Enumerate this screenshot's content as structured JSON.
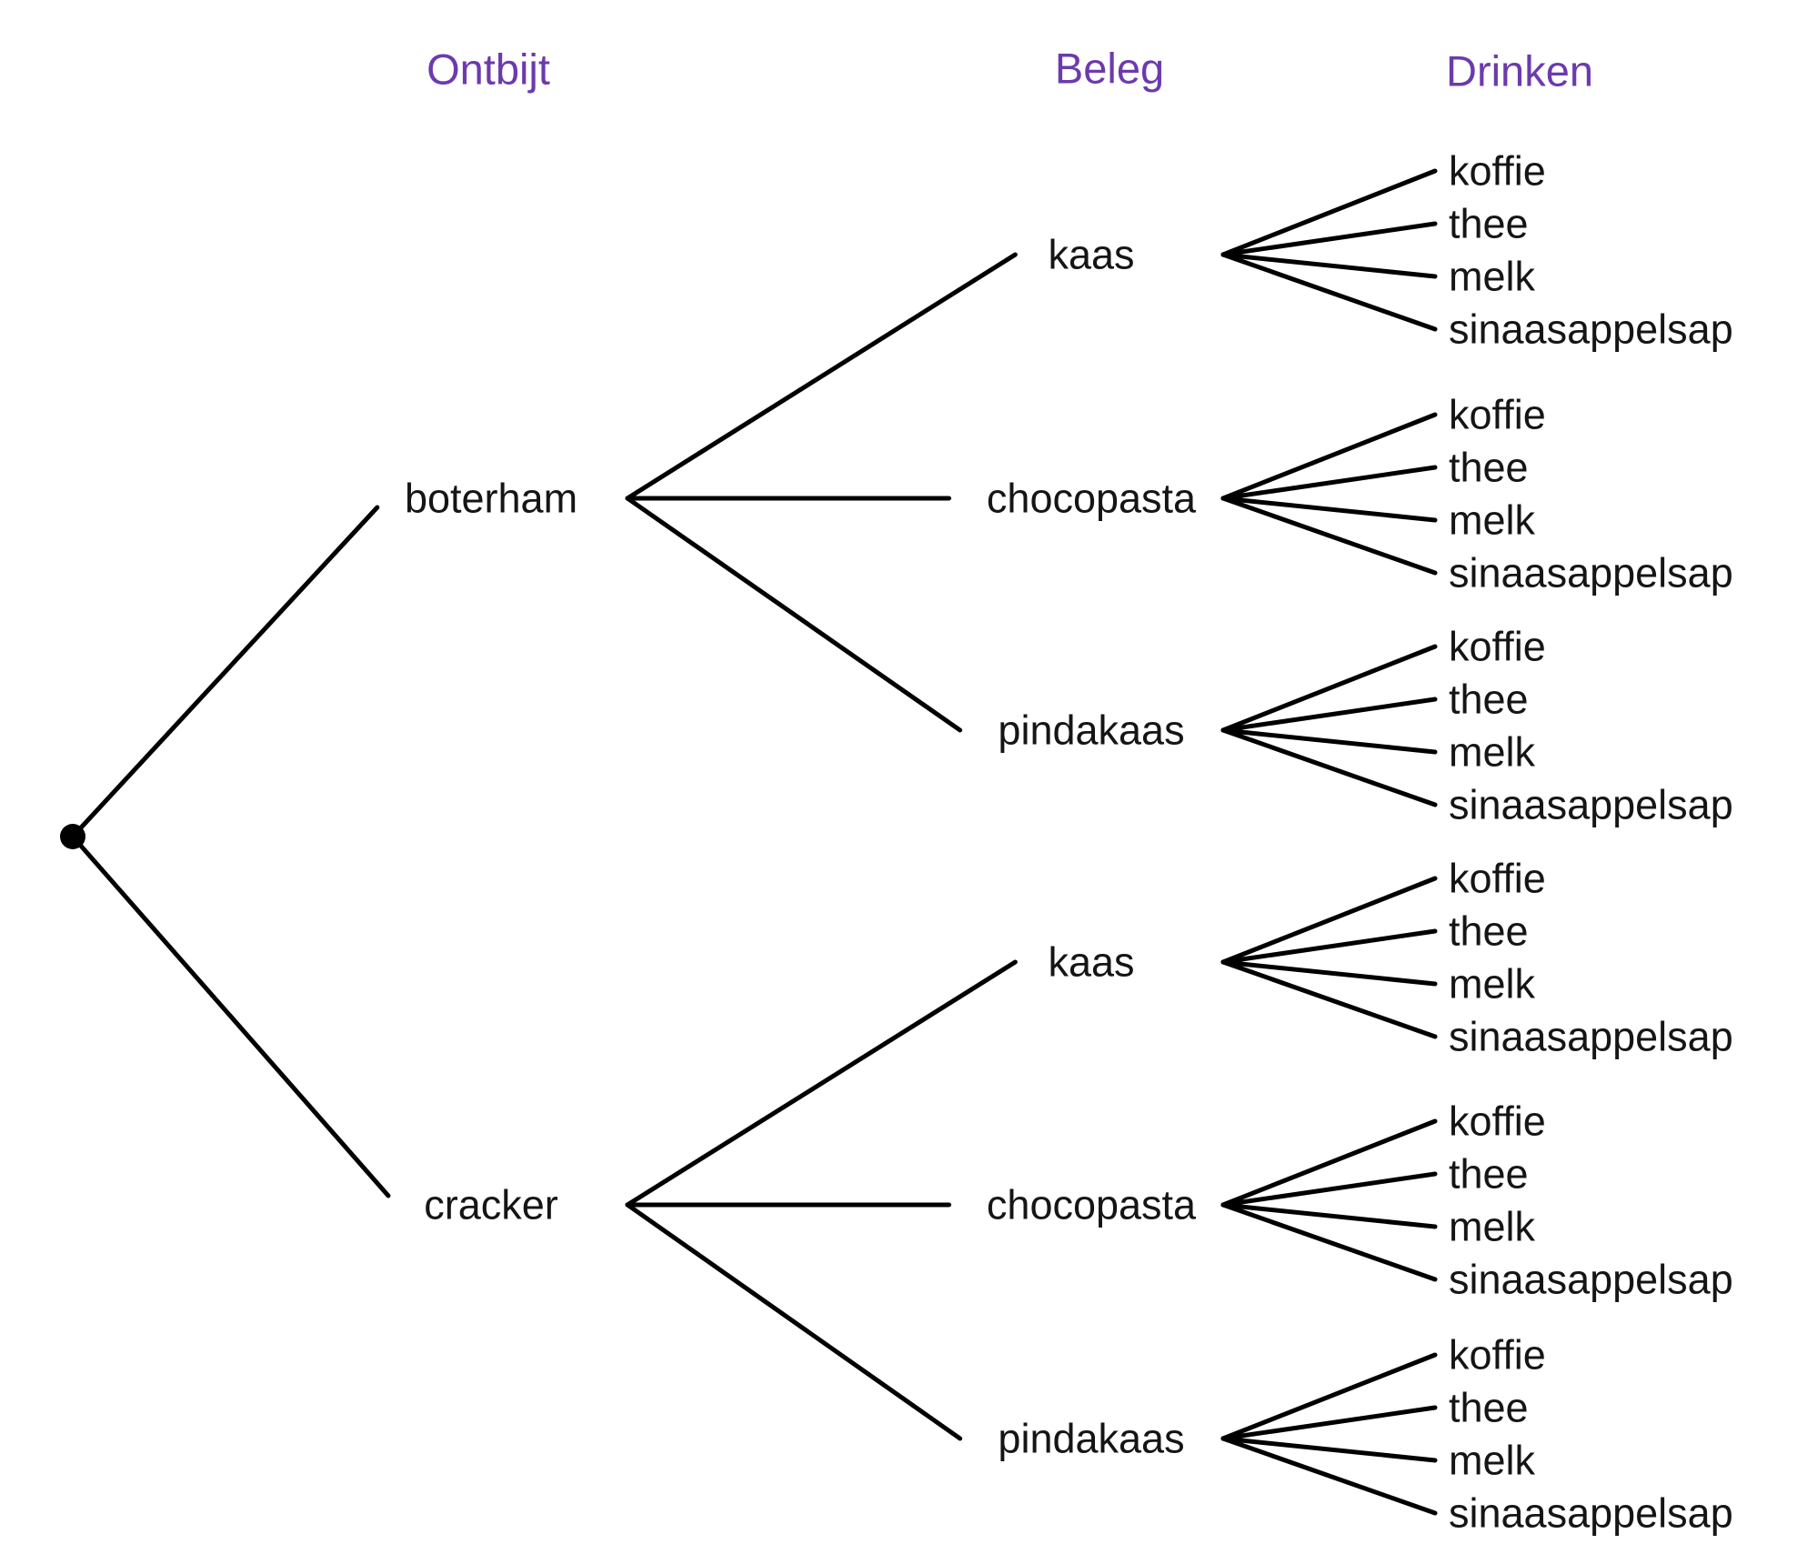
{
  "headers": [
    {
      "id": "ontbijt",
      "label": "Ontbijt"
    },
    {
      "id": "beleg",
      "label": "Beleg"
    },
    {
      "id": "drinken",
      "label": "Drinken"
    }
  ],
  "colors": {
    "header": "#6c3aad",
    "text": "#151515",
    "line": "#000000",
    "background": "#ffffff"
  },
  "root_marker": "dot",
  "tree": {
    "level1": [
      {
        "label": "boterham",
        "children": [
          {
            "label": "kaas",
            "children": [
              {
                "label": "koffie"
              },
              {
                "label": "thee"
              },
              {
                "label": "melk"
              },
              {
                "label": "sinaasappelsap"
              }
            ]
          },
          {
            "label": "chocopasta",
            "children": [
              {
                "label": "koffie"
              },
              {
                "label": "thee"
              },
              {
                "label": "melk"
              },
              {
                "label": "sinaasappelsap"
              }
            ]
          },
          {
            "label": "pindakaas",
            "children": [
              {
                "label": "koffie"
              },
              {
                "label": "thee"
              },
              {
                "label": "melk"
              },
              {
                "label": "sinaasappelsap"
              }
            ]
          }
        ]
      },
      {
        "label": "cracker",
        "children": [
          {
            "label": "kaas",
            "children": [
              {
                "label": "koffie"
              },
              {
                "label": "thee"
              },
              {
                "label": "melk"
              },
              {
                "label": "sinaasappelsap"
              }
            ]
          },
          {
            "label": "chocopasta",
            "children": [
              {
                "label": "koffie"
              },
              {
                "label": "thee"
              },
              {
                "label": "melk"
              },
              {
                "label": "sinaasappelsap"
              }
            ]
          },
          {
            "label": "pindakaas",
            "children": [
              {
                "label": "koffie"
              },
              {
                "label": "thee"
              },
              {
                "label": "melk"
              },
              {
                "label": "sinaasappelsap"
              }
            ]
          }
        ]
      }
    ]
  }
}
